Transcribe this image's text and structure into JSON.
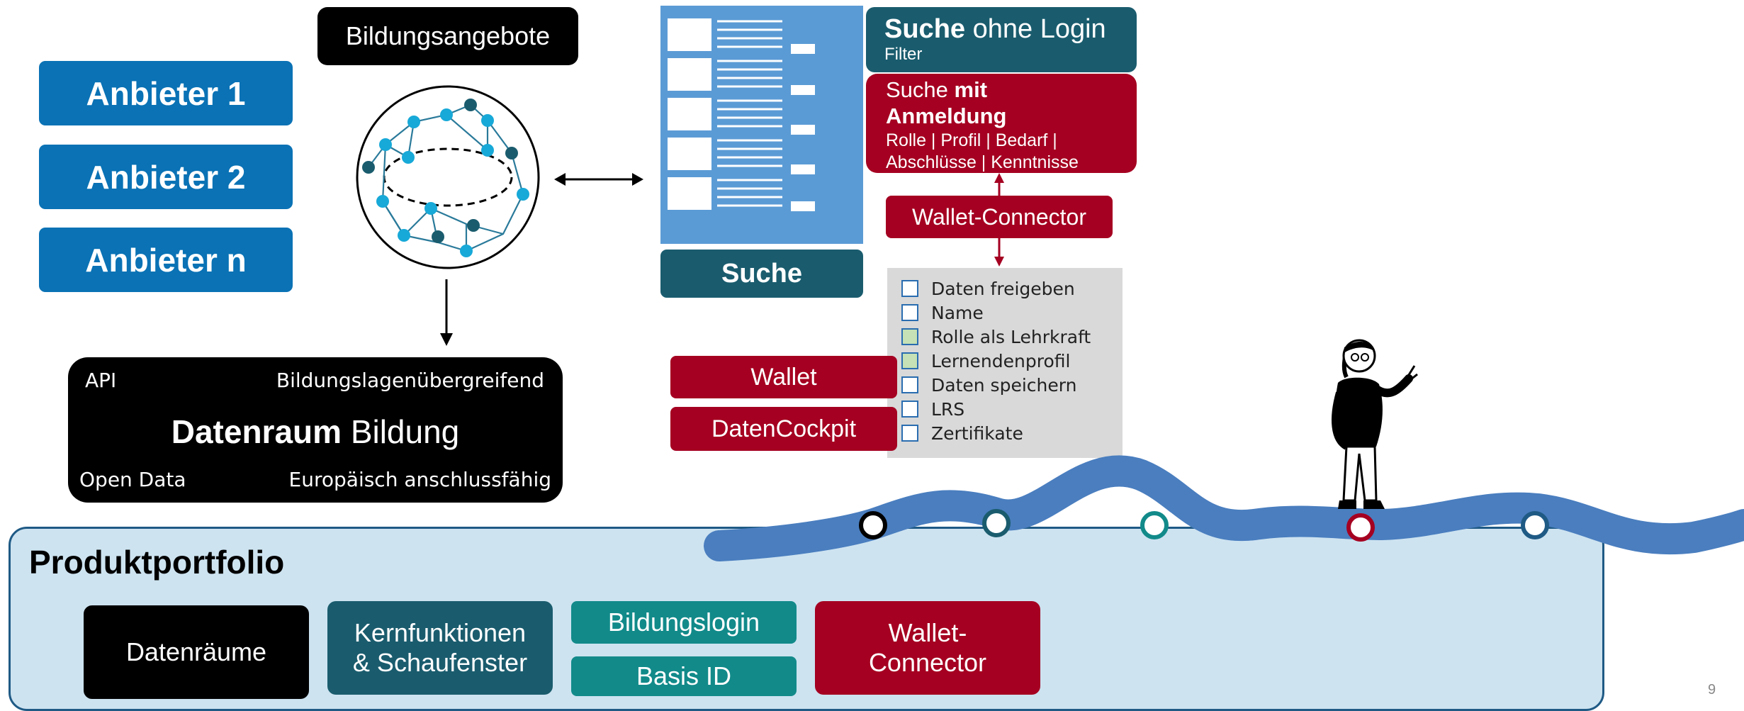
{
  "providers": [
    "Anbieter 1",
    "Anbieter 2",
    "Anbieter n"
  ],
  "bildungsangebote": "Bildungsangebote",
  "datenraum": {
    "api": "API",
    "bildungslagen": "Bildungslagenübergreifend",
    "title_bold": "Datenraum",
    "title_rest": "Bildung",
    "open_data": "Open Data",
    "europa": "Europäisch anschlussfähig"
  },
  "suche_button": "Suche",
  "suche_ohne": {
    "bold": "Suche",
    "rest": "ohne Login",
    "sub": "Filter"
  },
  "suche_mit": {
    "prefix": "Suche ",
    "bold1": "mit",
    "bold2": "Anmeldung",
    "line3": "Rolle | Profil | Bedarf |",
    "line4": "Abschlüsse | Kenntnisse"
  },
  "wallet_connector": "Wallet-Connector",
  "checklist": [
    {
      "label": "Daten freigeben",
      "checked": false
    },
    {
      "label": "Name",
      "checked": false
    },
    {
      "label": "Rolle als Lehrkraft",
      "checked": true
    },
    {
      "label": "Lernendenprofil",
      "checked": true
    },
    {
      "label": "Daten speichern",
      "checked": false
    },
    {
      "label": "LRS",
      "checked": false
    },
    {
      "label": "Zertifikate",
      "checked": false
    }
  ],
  "wallet": "Wallet",
  "datencockpit": "DatenCockpit",
  "produktportfolio": {
    "title": "Produktportfolio",
    "datenraeume": "Datenräume",
    "kern_line1": "Kernfunktionen",
    "kern_line2": "& Schaufenster",
    "bildungslogin": "Bildungslogin",
    "basis_id": "Basis ID",
    "wc_line1": "Wallet-",
    "wc_line2": "Connector"
  },
  "page_number": "9",
  "colors": {
    "provider_blue": "#0a72b5",
    "red": "#a50021",
    "dark_teal": "#1a5c6e",
    "teal": "#128a8a",
    "wave_blue": "#4a7ebf",
    "portfolio_bg": "#cde3f0"
  }
}
